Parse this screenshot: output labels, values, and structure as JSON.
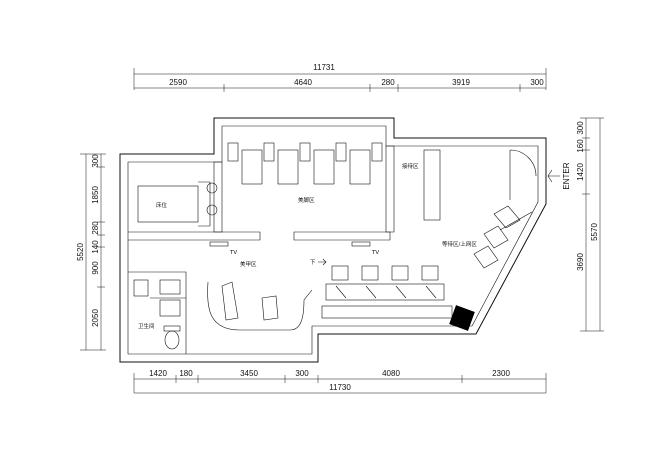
{
  "top_dimensions": {
    "total": "11731",
    "segments": [
      "2590",
      "4640",
      "280",
      "3919",
      "300"
    ]
  },
  "bottom_dimensions": {
    "total": "11730",
    "segments": [
      "1420",
      "180",
      "3450",
      "300",
      "4080",
      "2300"
    ]
  },
  "left_dimensions": {
    "total": "5520",
    "segments": [
      "300",
      "1850",
      "280",
      "140",
      "900",
      "2050"
    ]
  },
  "right_dimensions": {
    "total": "5570",
    "segments": [
      "300",
      "160",
      "1420",
      "3690"
    ]
  },
  "rooms": {
    "bed": "床位",
    "foot_care": "美脚区",
    "reception": "接待区",
    "nail": "美甲区",
    "waiting": "等待区/上网区",
    "bathroom": "卫生间"
  },
  "labels": {
    "tv": "TV",
    "down": "下",
    "enter": "ENTER"
  }
}
